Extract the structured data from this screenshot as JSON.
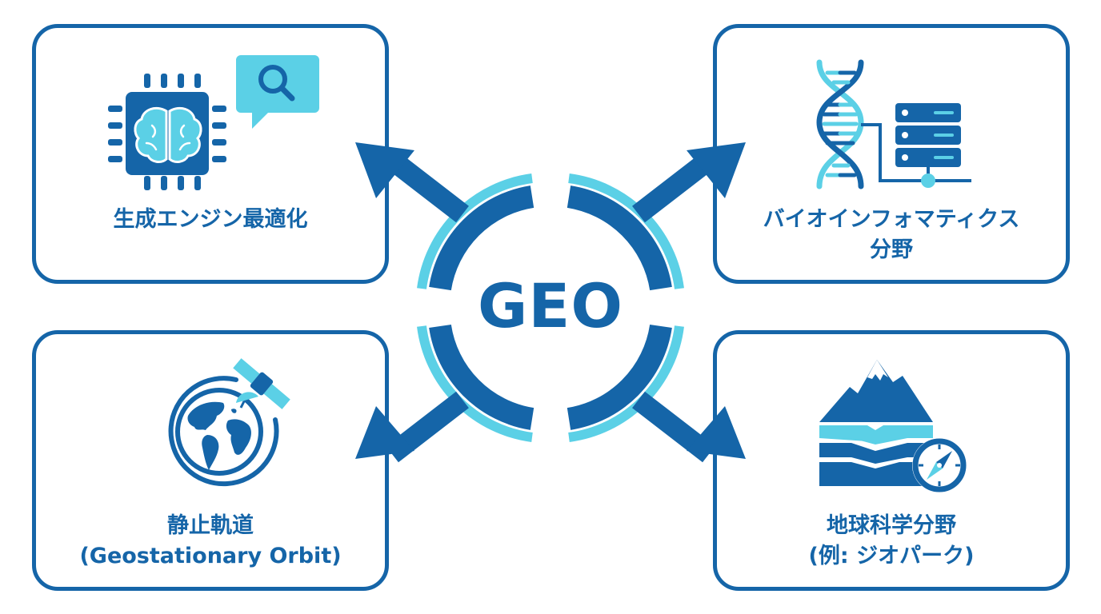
{
  "center": {
    "title": "GEO"
  },
  "boxes": {
    "top_left": {
      "label_line1": "生成エンジン最適化",
      "icon": "ai-chip-brain-search-icon"
    },
    "top_right": {
      "label_line1": "バイオインフォマティクス",
      "label_line2": "分野",
      "icon": "dna-database-icon"
    },
    "bottom_left": {
      "label_line1": "静止軌道",
      "label_line2": "(Geostationary Orbit)",
      "icon": "globe-satellite-icon"
    },
    "bottom_right": {
      "label_line1": "地球科学分野",
      "label_line2": "(例: ジオパーク)",
      "icon": "mountain-strata-compass-icon"
    }
  },
  "colors": {
    "primary": "#1565a8",
    "accent": "#5bd0e6",
    "background": "#ffffff"
  }
}
